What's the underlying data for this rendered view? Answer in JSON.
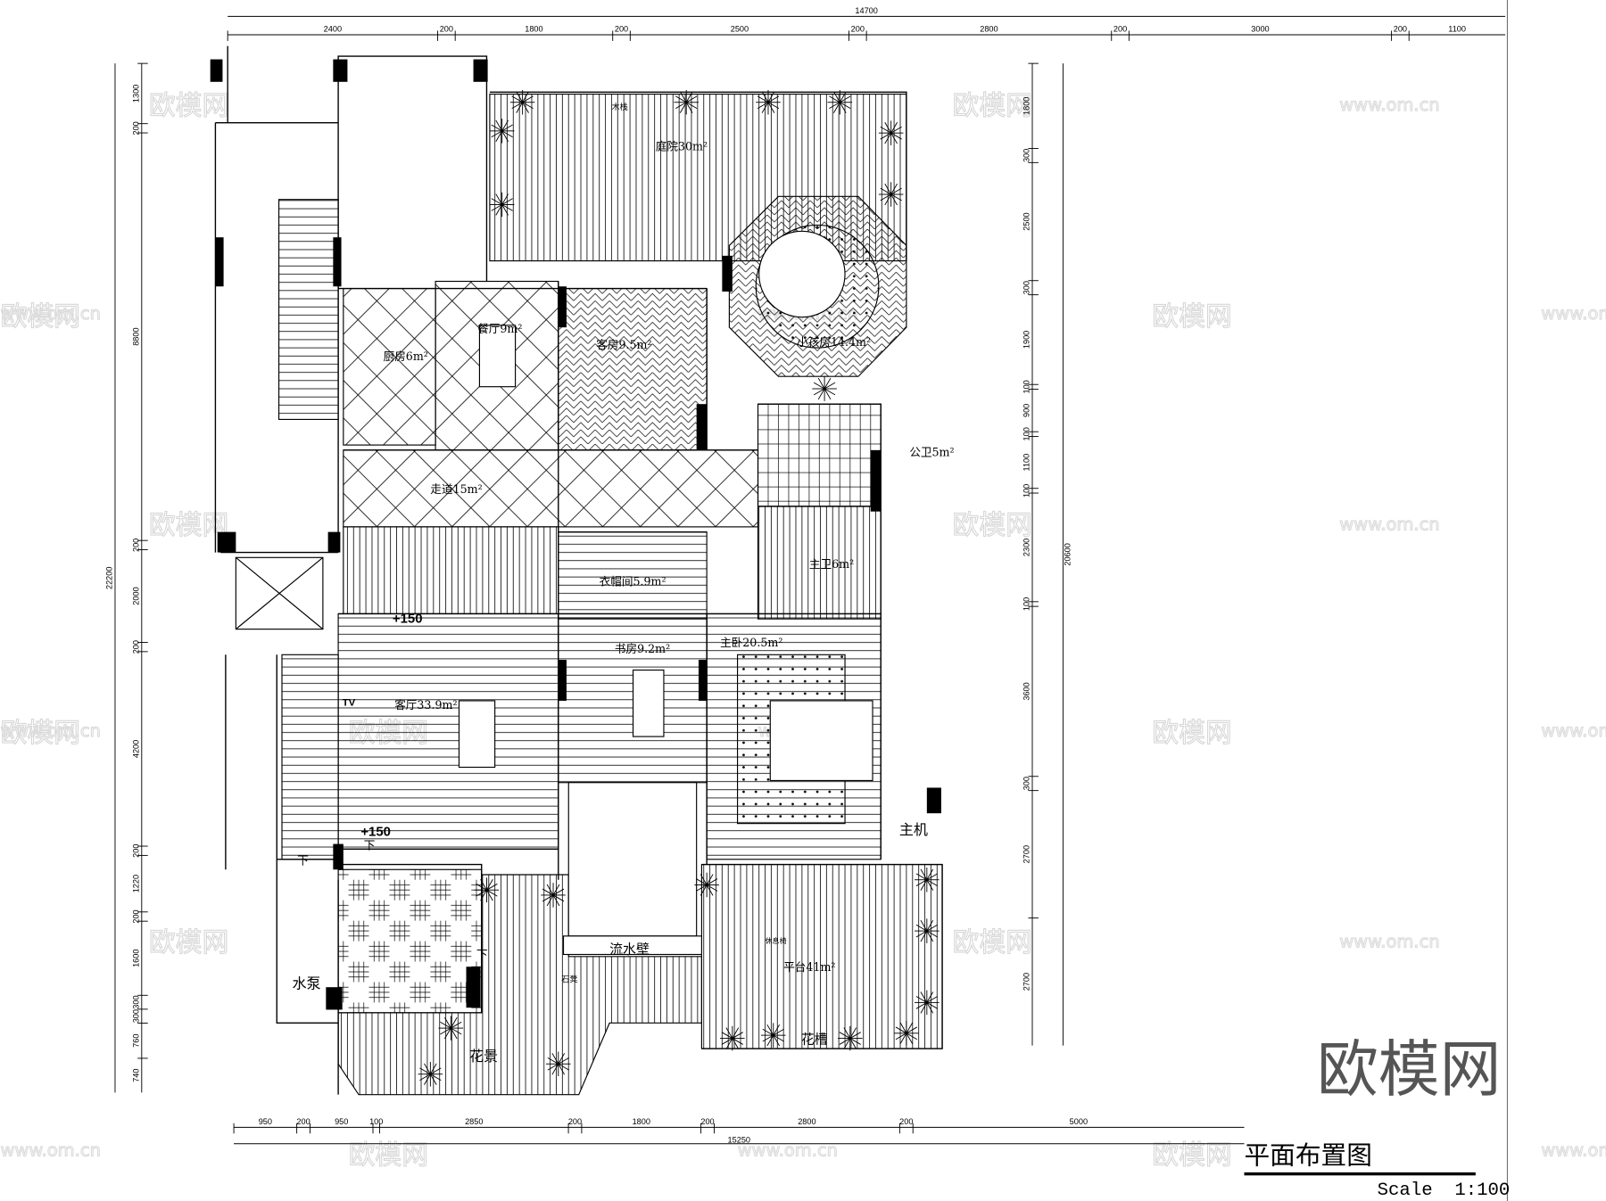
{
  "drawing": {
    "title": "平面布置图",
    "scale": "Scale  1:100",
    "logo": "欧模网",
    "watermark_text": "欧模网",
    "watermark_url": "www.om.cn"
  },
  "dimensions": {
    "top_total": "14700",
    "top": [
      "2400",
      "200",
      "1800",
      "200",
      "2500",
      "200",
      "2800",
      "200",
      "3000",
      "200",
      "1100"
    ],
    "bottom_total": "15250",
    "bottom": [
      "950",
      "200",
      "950",
      "100",
      "2850",
      "200",
      "1800",
      "200",
      "2800",
      "200",
      "5000"
    ],
    "left_total": "22200",
    "left": [
      "1300",
      "200",
      "8800",
      "200",
      "2000",
      "200",
      "4200",
      "200",
      "1220",
      "200",
      "1600",
      "300",
      "300",
      "760",
      "740"
    ],
    "right_total": "20600",
    "right": [
      "1800",
      "300",
      "2500",
      "300",
      "1900",
      "100",
      "900",
      "100",
      "1100",
      "100",
      "2300",
      "100",
      "3600",
      "300",
      "2700",
      "2700"
    ]
  },
  "rooms": {
    "courtyard": "庭院30m²",
    "wood_boat": "木栈",
    "kitchen": "厨房6m²",
    "dining": "餐厅9m²",
    "guest_room": "客房9.5m²",
    "child_room": "小孩房14.4m²",
    "corridor": "走道15m²",
    "public_bath": "公卫5m²",
    "master_bath": "主卫6m²",
    "closet": "衣帽间5.9m²",
    "study": "书房9.2m²",
    "master_bedroom": "主卧20.5m²",
    "living_room": "客厅33.9m²",
    "terrace": "平台41m²",
    "garden": "花景",
    "planter": "花槽",
    "water_wall": "流水壁",
    "stone_bench": "石凳",
    "lounge_chair": "休息椅",
    "water_pump": "水泵",
    "host_unit": "主机"
  },
  "annotations": {
    "tv": "TV",
    "level_1": "+150",
    "level_2": "+150",
    "down_1": "下",
    "down_2": "下",
    "down_3": "下"
  }
}
